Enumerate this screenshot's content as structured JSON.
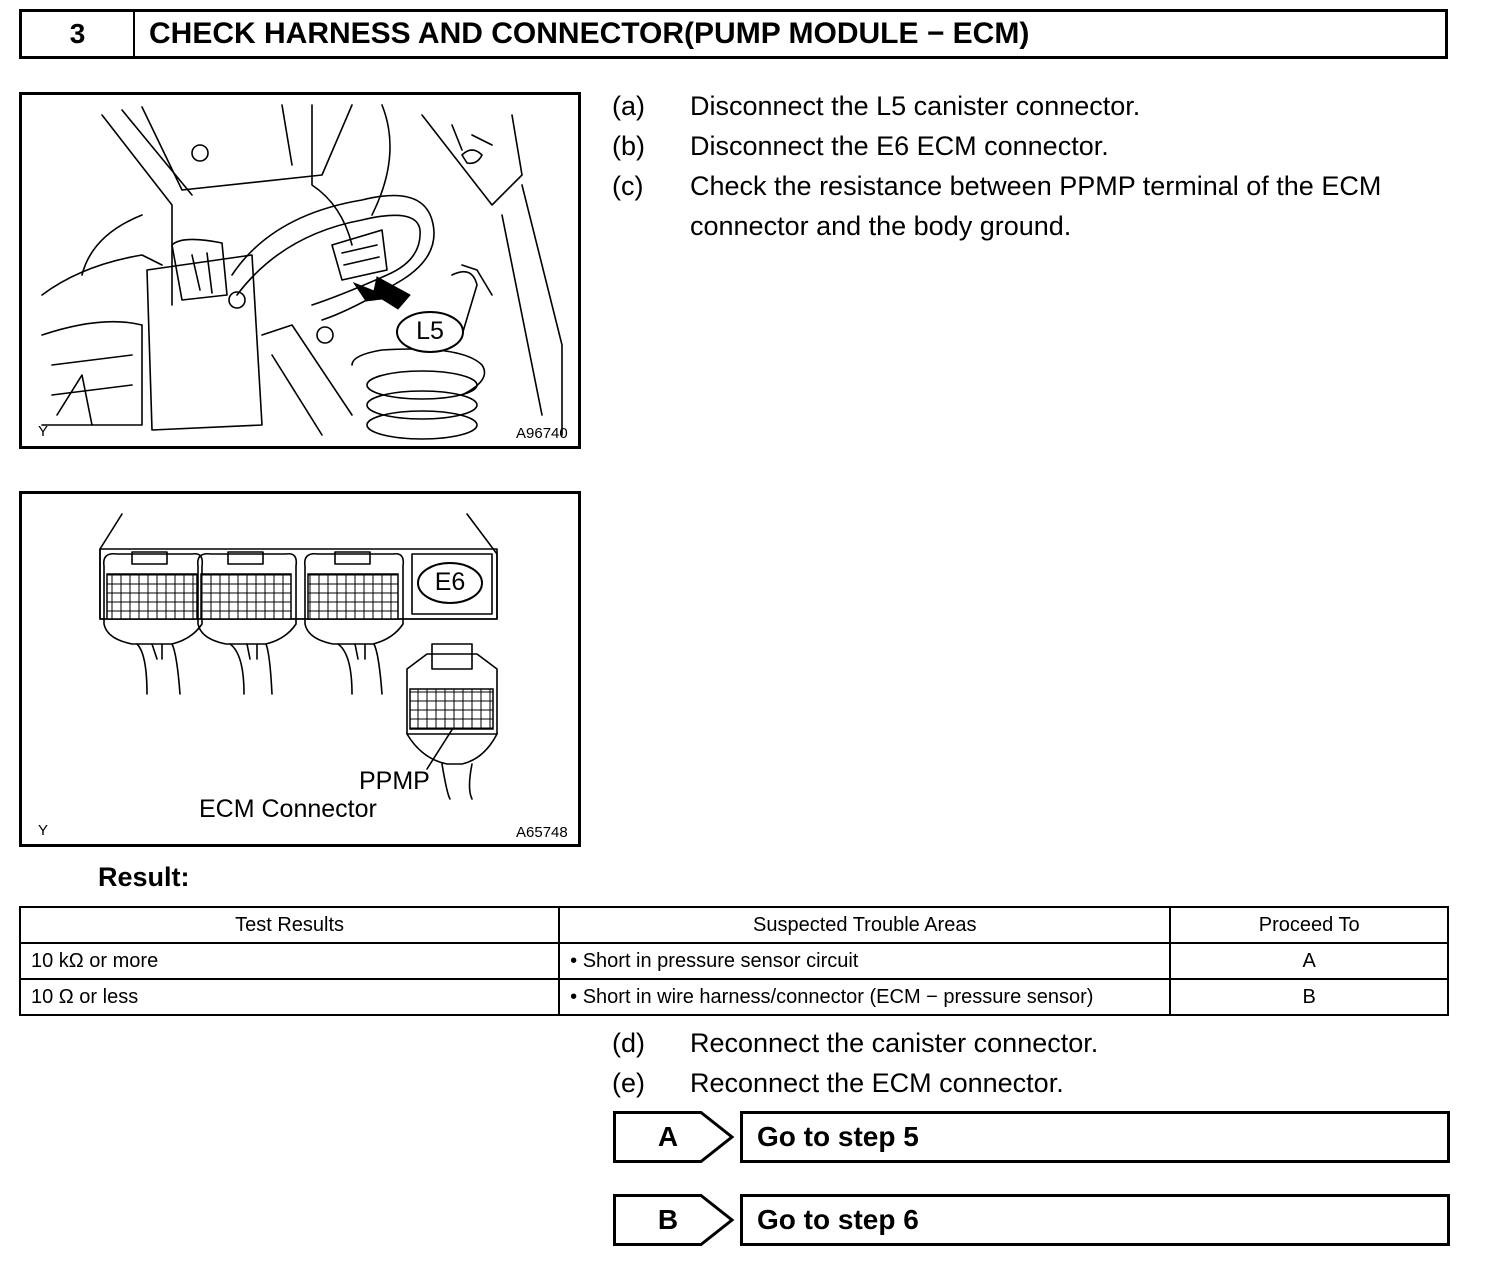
{
  "header": {
    "step_number": "3",
    "title": "CHECK HARNESS AND CONNECTOR(PUMP MODULE − ECM)"
  },
  "figure1": {
    "callout": "L5",
    "corner_left": "Y",
    "figure_code": "A96740"
  },
  "figure2": {
    "callout": "E6",
    "terminal_label": "PPMP",
    "connector_label": "ECM Connector",
    "corner_left": "Y",
    "figure_code": "A65748"
  },
  "steps": [
    {
      "letter": "(a)",
      "text": "Disconnect the L5 canister connector."
    },
    {
      "letter": "(b)",
      "text": "Disconnect the E6 ECM connector."
    },
    {
      "letter": "(c)",
      "text": "Check the resistance between PPMP terminal of the ECM connector and the body ground."
    },
    {
      "letter": "(d)",
      "text": "Reconnect the canister connector."
    },
    {
      "letter": "(e)",
      "text": "Reconnect the ECM connector."
    }
  ],
  "result": {
    "heading": "Result:",
    "columns": [
      "Test Results",
      "Suspected Trouble Areas",
      "Proceed To"
    ],
    "rows": [
      {
        "test": "10 kΩ or more",
        "area": "• Short in pressure sensor circuit",
        "proceed": "A"
      },
      {
        "test": "10 Ω or less",
        "area": "• Short in wire harness/connector (ECM − pressure sensor)",
        "proceed": "B"
      }
    ]
  },
  "decisions": [
    {
      "tag": "A",
      "text": "Go to step 5"
    },
    {
      "tag": "B",
      "text": "Go to step 6"
    }
  ]
}
